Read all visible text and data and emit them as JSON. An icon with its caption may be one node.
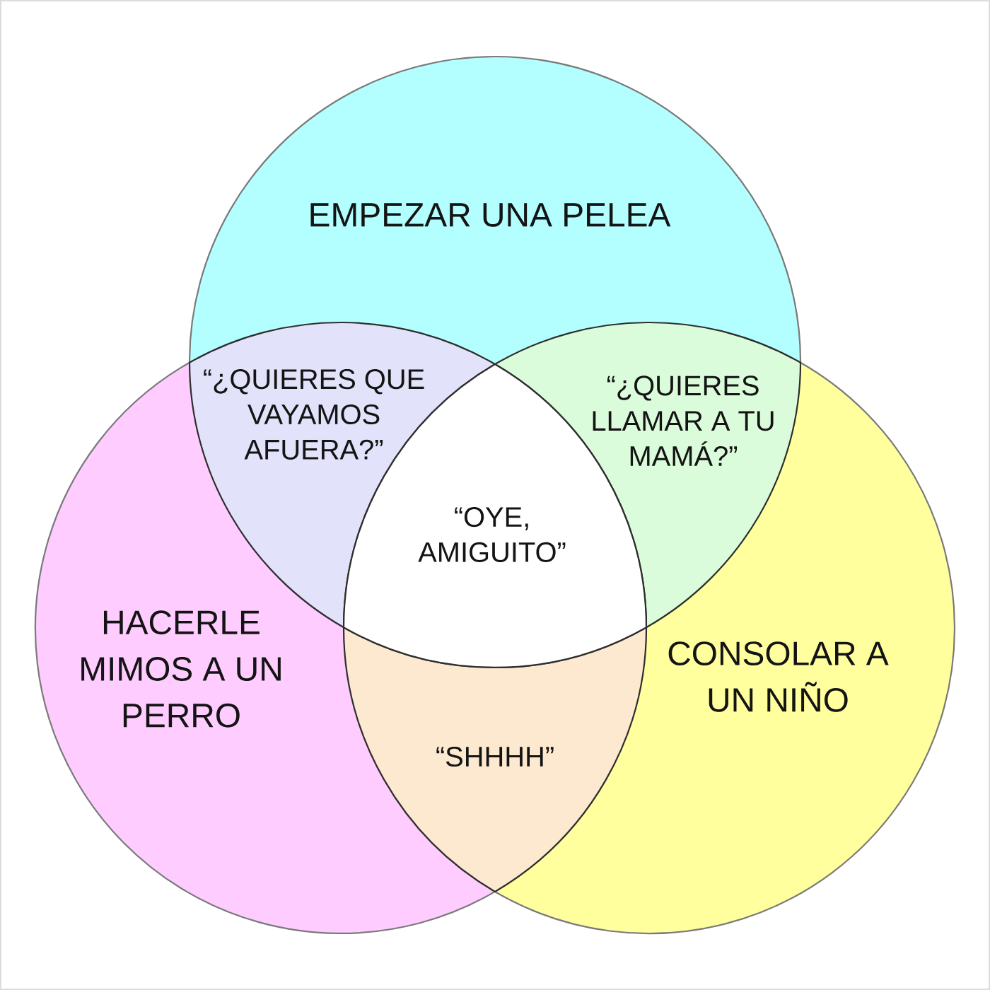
{
  "diagram": {
    "nodes": [
      {
        "text": [
          "EMPEZAR UNA PELEA"
        ]
      },
      {
        "text": [
          "HACERLE MIMOS A UN PERRO"
        ]
      },
      {
        "text": [
          "CONSOLAR A UN NIÑO"
        ]
      },
      {
        "text": [
          "“¿QUIERES QUE VAYAMOS AFUERA?”"
        ]
      },
      {
        "text": [
          "“¿QUIERES LLAMAR A TU MAMÁ?”"
        ]
      },
      {
        "text": [
          "“SHHHH”"
        ]
      },
      {
        "text": [
          "“OYE, AMIGUITO”"
        ]
      }
    ]
  }
}
